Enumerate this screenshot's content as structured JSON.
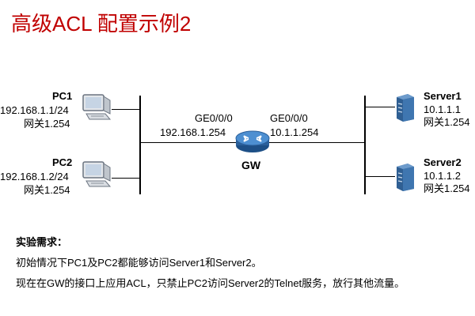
{
  "title": "高级ACL 配置示例2",
  "pc1": {
    "name": "PC1",
    "ip": "192.168.1.1/24",
    "gateway": "网关1.254"
  },
  "pc2": {
    "name": "PC2",
    "ip": "192.168.1.2/24",
    "gateway": "网关1.254"
  },
  "server1": {
    "name": "Server1",
    "ip": "10.1.1.1",
    "gateway": "网关1.254"
  },
  "server2": {
    "name": "Server2",
    "ip": "10.1.1.2",
    "gateway": "网关1.254"
  },
  "gw": {
    "name": "GW",
    "left_if": "GE0/0/0",
    "left_ip": "192.168.1.254",
    "right_if": "GE0/0/0",
    "right_ip": "10.1.1.254"
  },
  "requirements": {
    "heading": "实验需求：",
    "line1": "初始情况下PC1及PC2都能够访问Server1和Server2。",
    "line2": "现在在GW的接口上应用ACL，只禁止PC2访问Server2的Telnet服务，放行其他流量。"
  },
  "colors": {
    "title": "#c00000",
    "router": "#2f6fb3",
    "server": "#3b6ea0"
  }
}
